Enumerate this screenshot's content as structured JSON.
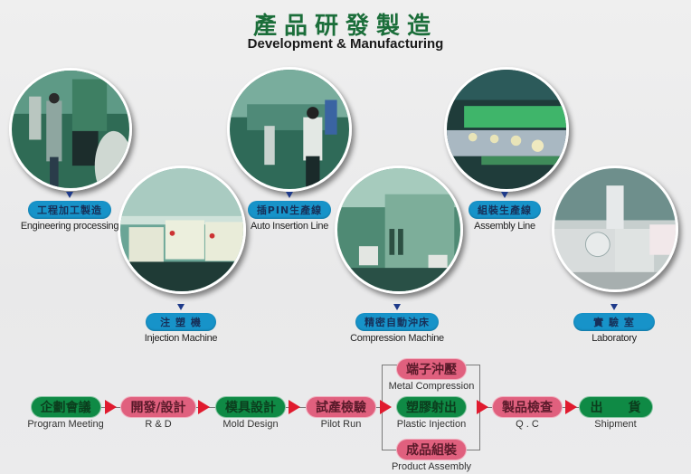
{
  "header": {
    "title_zh": "產品研發製造",
    "title_en": "Development & Manufacturing"
  },
  "processes": [
    {
      "id": "engineering",
      "label_zh": "工程加工製造",
      "label_en": "Engineering processing",
      "scene": "workers-at-machining-equipment"
    },
    {
      "id": "injection",
      "label_zh": "注 塑 機",
      "label_en": "Injection Machine",
      "scene": "injection-molding-machines"
    },
    {
      "id": "insertion",
      "label_zh": "插PIN生產線",
      "label_en": "Auto Insertion Line",
      "scene": "workers-at-insertion-line"
    },
    {
      "id": "compression",
      "label_zh": "精密自動沖床",
      "label_en": "Compression Machine",
      "scene": "stamping-press-machines"
    },
    {
      "id": "assembly",
      "label_zh": "組裝生產線",
      "label_en": "Assembly Line",
      "scene": "workers-at-assembly-line"
    },
    {
      "id": "laboratory",
      "label_zh": "實 驗 室",
      "label_en": "Laboratory",
      "scene": "lab-instruments"
    }
  ],
  "flow": {
    "steps": [
      {
        "zh": "企劃會議",
        "en": "Program Meeting",
        "color": "green"
      },
      {
        "zh": "開發/設計",
        "en": "R & D",
        "color": "pink"
      },
      {
        "zh": "模具設計",
        "en": "Mold Design",
        "color": "green"
      },
      {
        "zh": "試產檢驗",
        "en": "Pilot Run",
        "color": "pink"
      },
      {
        "zh": "塑膠射出",
        "en": "Plastic Injection",
        "color": "green"
      },
      {
        "zh": "製品檢查",
        "en": "Q . C",
        "color": "pink"
      },
      {
        "zh": "出　　貨",
        "en": "Shipment",
        "color": "green"
      }
    ],
    "parallel": [
      {
        "zh": "端子沖壓",
        "en": "Metal Compression",
        "color": "pink"
      },
      {
        "zh": "成品組裝",
        "en": "Product Assembly",
        "color": "pink"
      }
    ]
  },
  "colors": {
    "title_green": "#1b6e3a",
    "label_blue": "#1793c9",
    "flow_green": "#0f8a45",
    "flow_pink": "#e0607e",
    "arrow_red": "#e01a2e"
  }
}
